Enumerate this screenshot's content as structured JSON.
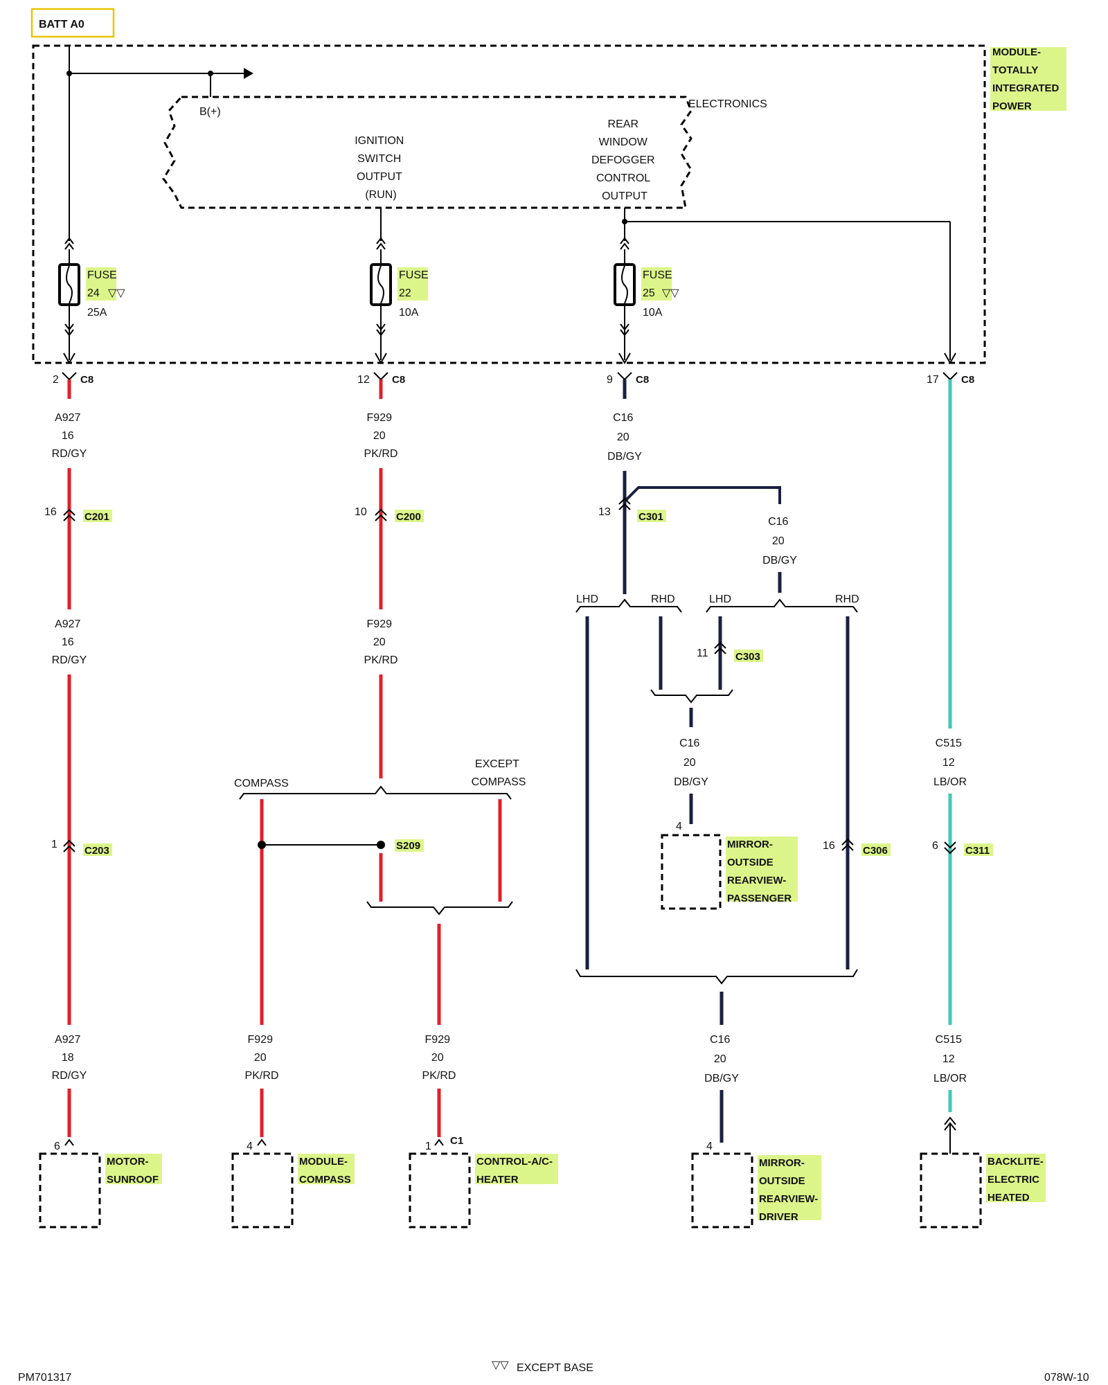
{
  "colors": {
    "red_wire": "#e0202a",
    "navy_wire": "#1a2040",
    "teal_wire": "#3ec8b8",
    "highlight": "#dcf58a",
    "batt_box_border": "#e8c400"
  },
  "header": {
    "batt_label": "BATT A0"
  },
  "module": {
    "name_lines": [
      "MODULE-",
      "TOTALLY",
      "INTEGRATED",
      "POWER"
    ],
    "electronics_label": "ELECTRONICS",
    "bplus_label": "B(+)",
    "ignition_lines": [
      "IGNITION",
      "SWITCH",
      "OUTPUT",
      "(RUN)"
    ],
    "defogger_lines": [
      "REAR",
      "WINDOW",
      "DEFOGGER",
      "CONTROL",
      "OUTPUT"
    ]
  },
  "fuses": [
    {
      "label": "FUSE",
      "number": "24",
      "except_mark": "▽▽",
      "rating": "25A"
    },
    {
      "label": "FUSE",
      "number": "22",
      "except_mark": "",
      "rating": "10A"
    },
    {
      "label": "FUSE",
      "number": "25",
      "except_mark": "▽▽",
      "rating": "10A"
    }
  ],
  "c8_pins": [
    {
      "pin": "2",
      "connector": "C8"
    },
    {
      "pin": "12",
      "connector": "C8"
    },
    {
      "pin": "9",
      "connector": "C8"
    },
    {
      "pin": "17",
      "connector": "C8"
    }
  ],
  "wires": {
    "a927_top": [
      "A927",
      "16",
      "RD/GY"
    ],
    "a927_mid": [
      "A927",
      "16",
      "RD/GY"
    ],
    "a927_bot": [
      "A927",
      "18",
      "RD/GY"
    ],
    "f929_top": [
      "F929",
      "20",
      "PK/RD"
    ],
    "f929_mid": [
      "F929",
      "20",
      "PK/RD"
    ],
    "f929_compass": [
      "F929",
      "20",
      "PK/RD"
    ],
    "f929_heater": [
      "F929",
      "20",
      "PK/RD"
    ],
    "c16_top": [
      "C16",
      "20",
      "DB/GY"
    ],
    "c16_branch": [
      "C16",
      "20",
      "DB/GY"
    ],
    "c16_passenger": [
      "C16",
      "20",
      "DB/GY"
    ],
    "c16_driver": [
      "C16",
      "20",
      "DB/GY"
    ],
    "c515_top": [
      "C515",
      "12",
      "LB/OR"
    ],
    "c515_bot": [
      "C515",
      "12",
      "LB/OR"
    ]
  },
  "inline_connectors": {
    "c201": {
      "pin": "16",
      "name": "C201"
    },
    "c200": {
      "pin": "10",
      "name": "C200"
    },
    "c301": {
      "pin": "13",
      "name": "C301"
    },
    "c303": {
      "pin": "11",
      "name": "C303"
    },
    "c203": {
      "pin": "1",
      "name": "C203"
    },
    "c306": {
      "pin": "16",
      "name": "C306"
    },
    "c311": {
      "pin": "6",
      "name": "C311"
    },
    "s209": {
      "name": "S209"
    }
  },
  "branch_labels": {
    "compass": "COMPASS",
    "except_compass": [
      "EXCEPT",
      "COMPASS"
    ],
    "lhd": "LHD",
    "rhd": "RHD"
  },
  "components": {
    "sunroof": {
      "pin": "6",
      "name_lines": [
        "MOTOR-",
        "SUNROOF"
      ]
    },
    "compass": {
      "pin": "4",
      "name_lines": [
        "MODULE-",
        "COMPASS"
      ]
    },
    "heater": {
      "pin": "1",
      "connector": "C1",
      "name_lines": [
        "CONTROL-A/C-",
        "HEATER"
      ]
    },
    "mirror_driver": {
      "pin": "4",
      "name_lines": [
        "MIRROR-",
        "OUTSIDE",
        "REARVIEW-",
        "DRIVER"
      ]
    },
    "mirror_passenger": {
      "pin": "4",
      "name_lines": [
        "MIRROR-",
        "OUTSIDE",
        "REARVIEW-",
        "PASSENGER"
      ]
    },
    "backlite": {
      "name_lines": [
        "BACKLITE-",
        "ELECTRIC",
        "HEATED"
      ]
    }
  },
  "footer": {
    "left_code": "PM701317",
    "legend_symbol": "▽▽",
    "legend_text": "EXCEPT BASE",
    "right_code": "078W-10"
  }
}
